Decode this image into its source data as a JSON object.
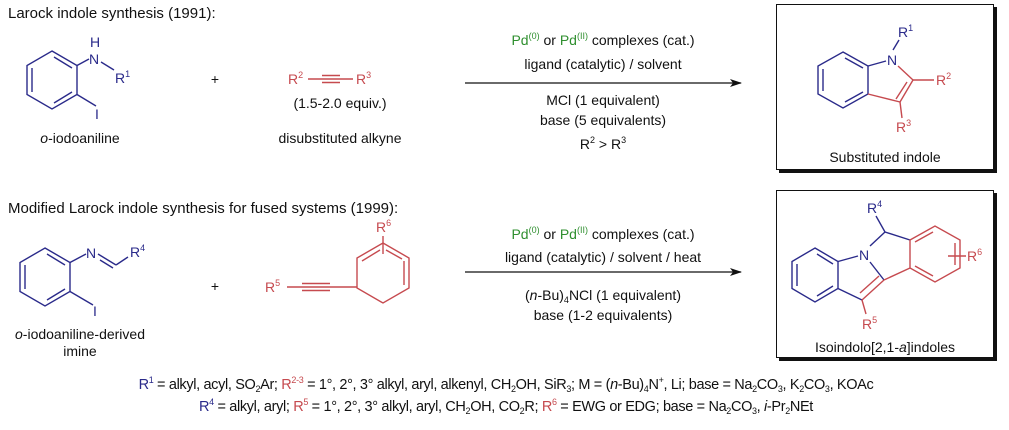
{
  "colors": {
    "blue": "#2a2a8a",
    "red": "#c64a4f",
    "green": "#2f8f2f"
  },
  "section1": {
    "title": "Larock indole synthesis (1991):",
    "reactant": {
      "H": "H",
      "N": "N",
      "R": "R",
      "R_sup": "1",
      "I": "I",
      "label": [
        {
          "t": "o",
          "f": "i"
        },
        {
          "t": "-iodoaniline"
        }
      ]
    },
    "plus": "+",
    "alkyne": {
      "R2": "R",
      "R2_sup": "2",
      "R3": "R",
      "R3_sup": "3",
      "equiv": "(1.5-2.0 equiv.)",
      "label": "disubstituted alkyne"
    },
    "conditions": {
      "catalyst": [
        {
          "t": "Pd",
          "c": "green"
        },
        {
          "t": "(0)",
          "f": "sup",
          "c": "green"
        },
        {
          "t": " or "
        },
        {
          "t": "Pd",
          "c": "green"
        },
        {
          "t": "(II)",
          "f": "sup",
          "c": "green"
        },
        {
          "t": " complexes (cat.)"
        }
      ],
      "ligand": "ligand (catalytic) / solvent",
      "salt": "MCl (1 equivalent)",
      "base": "base (5 equivalents)",
      "selectivity": [
        {
          "t": "R"
        },
        {
          "t": "2",
          "f": "sup"
        },
        {
          "t": " > R"
        },
        {
          "t": "3",
          "f": "sup"
        }
      ]
    },
    "product": {
      "R1": "R",
      "R1_sup": "1",
      "N": "N",
      "R2": "R",
      "R2_sup": "2",
      "R3": "R",
      "R3_sup": "3",
      "label": "Substituted indole"
    }
  },
  "section2": {
    "title": "Modified Larock indole synthesis for fused systems (1999):",
    "reactant": {
      "N": "N",
      "R": "R",
      "R_sup": "4",
      "I": "I",
      "label_line1": [
        {
          "t": "o",
          "f": "i"
        },
        {
          "t": "-iodoaniline-derived"
        }
      ],
      "label_line2": "imine"
    },
    "plus": "+",
    "alkyne": {
      "R5": "R",
      "R5_sup": "5",
      "R6": "R",
      "R6_sup": "6"
    },
    "conditions": {
      "catalyst": [
        {
          "t": "Pd",
          "c": "green"
        },
        {
          "t": "(0)",
          "f": "sup",
          "c": "green"
        },
        {
          "t": " or "
        },
        {
          "t": "Pd",
          "c": "green"
        },
        {
          "t": "(II)",
          "f": "sup",
          "c": "green"
        },
        {
          "t": " complexes (cat.)"
        }
      ],
      "ligand": "ligand (catalytic) / solvent / heat",
      "salt": [
        {
          "t": "("
        },
        {
          "t": "n",
          "f": "i"
        },
        {
          "t": "-Bu)"
        },
        {
          "t": "4",
          "f": "sub"
        },
        {
          "t": "NCl (1 equivalent)"
        }
      ],
      "base": "base (1-2 equivalents)"
    },
    "product": {
      "R4": "R",
      "R4_sup": "4",
      "N": "N",
      "R5": "R",
      "R5_sup": "5",
      "R6": "R",
      "R6_sup": "6",
      "label": [
        {
          "t": "Isoindolo[2,1-"
        },
        {
          "t": "a",
          "f": "i"
        },
        {
          "t": "]indoles"
        }
      ]
    }
  },
  "footer": {
    "line1": [
      {
        "t": "R",
        "c": "blue"
      },
      {
        "t": "1",
        "f": "sup",
        "c": "blue"
      },
      {
        "t": " = alkyl, acyl, SO"
      },
      {
        "t": "2",
        "f": "sub"
      },
      {
        "t": "Ar;  "
      },
      {
        "t": "R",
        "c": "red"
      },
      {
        "t": "2-3",
        "f": "sup",
        "c": "red"
      },
      {
        "t": " = 1°, 2°, 3° alkyl, aryl, alkenyl, CH"
      },
      {
        "t": "2",
        "f": "sub"
      },
      {
        "t": "OH, SiR"
      },
      {
        "t": "3",
        "f": "sub"
      },
      {
        "t": "; M = ("
      },
      {
        "t": "n",
        "f": "i"
      },
      {
        "t": "-Bu)"
      },
      {
        "t": "4",
        "f": "sub"
      },
      {
        "t": "N"
      },
      {
        "t": "+",
        "f": "sup"
      },
      {
        "t": ", Li;  base = Na"
      },
      {
        "t": "2",
        "f": "sub"
      },
      {
        "t": "CO"
      },
      {
        "t": "3",
        "f": "sub"
      },
      {
        "t": ", K"
      },
      {
        "t": "2",
        "f": "sub"
      },
      {
        "t": "CO"
      },
      {
        "t": "3",
        "f": "sub"
      },
      {
        "t": ", KOAc"
      }
    ],
    "line2": [
      {
        "t": "R",
        "c": "blue"
      },
      {
        "t": "4",
        "f": "sup",
        "c": "blue"
      },
      {
        "t": " = alkyl, aryl;  "
      },
      {
        "t": "R",
        "c": "red"
      },
      {
        "t": "5",
        "f": "sup",
        "c": "red"
      },
      {
        "t": " = 1°, 2°, 3° alkyl, aryl, CH"
      },
      {
        "t": "2",
        "f": "sub"
      },
      {
        "t": "OH, CO"
      },
      {
        "t": "2",
        "f": "sub"
      },
      {
        "t": "R; "
      },
      {
        "t": "R",
        "c": "red"
      },
      {
        "t": "6",
        "f": "sup",
        "c": "red"
      },
      {
        "t": " = EWG or EDG;  base = Na"
      },
      {
        "t": "2",
        "f": "sub"
      },
      {
        "t": "CO"
      },
      {
        "t": "3",
        "f": "sub"
      },
      {
        "t": ", "
      },
      {
        "t": "i",
        "f": "i"
      },
      {
        "t": "-Pr"
      },
      {
        "t": "2",
        "f": "sub"
      },
      {
        "t": "NEt"
      }
    ]
  }
}
